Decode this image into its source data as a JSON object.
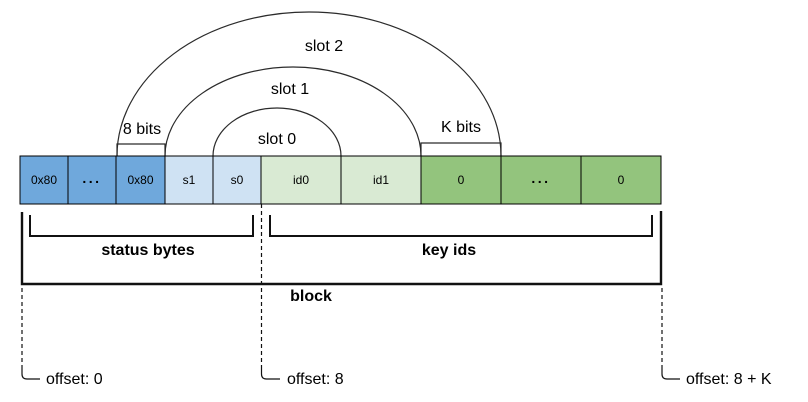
{
  "palette": {
    "status_byte_fill": "#6fa8dc",
    "slot_status_fill": "#cfe2f3",
    "key_id_fill": "#d9ead3",
    "key_zero_fill": "#93c47d",
    "stroke": "#000000",
    "background": "#ffffff"
  },
  "cells": [
    {
      "label": "0x80",
      "fill": "#6fa8dc"
    },
    {
      "label": "...",
      "fill": "#6fa8dc"
    },
    {
      "label": "0x80",
      "fill": "#6fa8dc"
    },
    {
      "label": "s1",
      "fill": "#cfe2f3"
    },
    {
      "label": "s0",
      "fill": "#cfe2f3"
    },
    {
      "label": "id0",
      "fill": "#d9ead3"
    },
    {
      "label": "id1",
      "fill": "#d9ead3"
    },
    {
      "label": "0",
      "fill": "#93c47d"
    },
    {
      "label": "...",
      "fill": "#93c47d"
    },
    {
      "label": "0",
      "fill": "#93c47d"
    }
  ],
  "slots": [
    {
      "label": "slot 0"
    },
    {
      "label": "slot 1"
    },
    {
      "label": "slot 2"
    }
  ],
  "measures": {
    "status_bits": "8 bits",
    "key_bits": "K bits"
  },
  "groups": {
    "status": "status bytes",
    "keys": "key ids",
    "block": "block"
  },
  "offsets": [
    {
      "label": "offset: 0"
    },
    {
      "label": "offset: 8"
    },
    {
      "label": "offset: 8 + K"
    }
  ]
}
